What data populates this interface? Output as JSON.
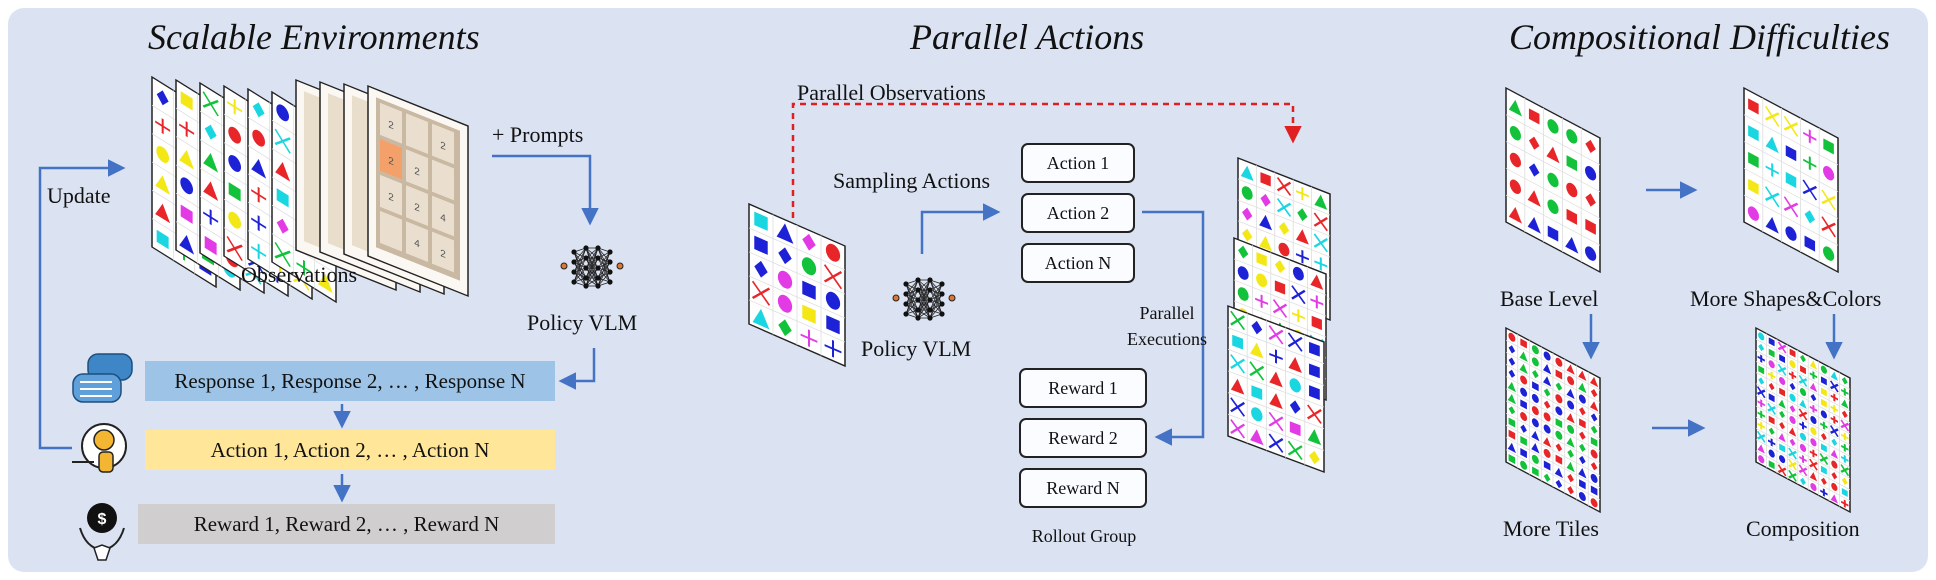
{
  "sections": {
    "left_title": "Scalable Environments",
    "middle_title": "Parallel Actions",
    "right_title": "Compositional Difficulties"
  },
  "left": {
    "observations_label": "Observations",
    "prompts_label": "+ Prompts",
    "policy_label": "Policy VLM",
    "update_label": "Update",
    "response_bar": "Response 1, Response 2, … , Response N",
    "action_bar": "Action 1, Action 2, … , Action N",
    "reward_bar": "Reward 1, Reward 2, … , Reward N",
    "game_2048_tiles": [
      "2",
      "2",
      "2",
      "2",
      "4",
      "2",
      "2",
      "2",
      "4"
    ]
  },
  "middle": {
    "parallel_observations": "Parallel Observations",
    "sampling_actions": "Sampling Actions",
    "policy_label": "Policy VLM",
    "actions": [
      "Action 1",
      "Action 2",
      "Action N"
    ],
    "parallel_executions": "Parallel\nExecutions",
    "rewards": [
      "Reward 1",
      "Reward 2",
      "Reward N"
    ],
    "rollout_group": "Rollout Group"
  },
  "right": {
    "base_level": "Base Level",
    "more_shapes_colors": "More Shapes&Colors",
    "more_tiles": "More Tiles",
    "composition": "Composition"
  },
  "colors": {
    "background": "#dbe3f3",
    "arrow_blue": "#4472c4",
    "arrow_red": "#e02020",
    "response_bar": "#9dc3e6",
    "action_bar": "#ffe699",
    "reward_bar": "#d0cece",
    "tile_2048": "#c9b8a2",
    "tile_highlight": "#f4a06b"
  }
}
